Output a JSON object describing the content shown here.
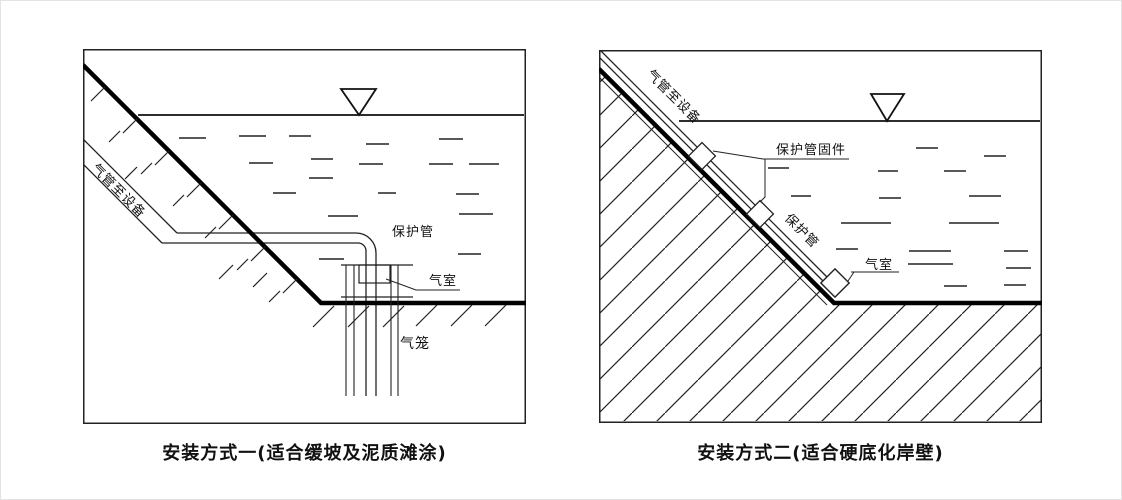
{
  "colors": {
    "ink": "#1a1a1a",
    "thick": "#000000",
    "background": "#ffffff"
  },
  "left_diagram": {
    "caption": "安装方式一(适合缓坡及泥质滩涂)",
    "labels": {
      "air_pipe_to_device": "气管至设备",
      "protective_pipe": "保护管",
      "air_chamber": "气室",
      "air_cage": "气笼"
    }
  },
  "right_diagram": {
    "caption": "安装方式二(适合硬底化岸壁)",
    "labels": {
      "air_pipe_to_device": "气管至设备",
      "protective_pipe_fixture": "保护管固件",
      "protective_pipe": "保护管",
      "air_chamber": "气室"
    }
  }
}
